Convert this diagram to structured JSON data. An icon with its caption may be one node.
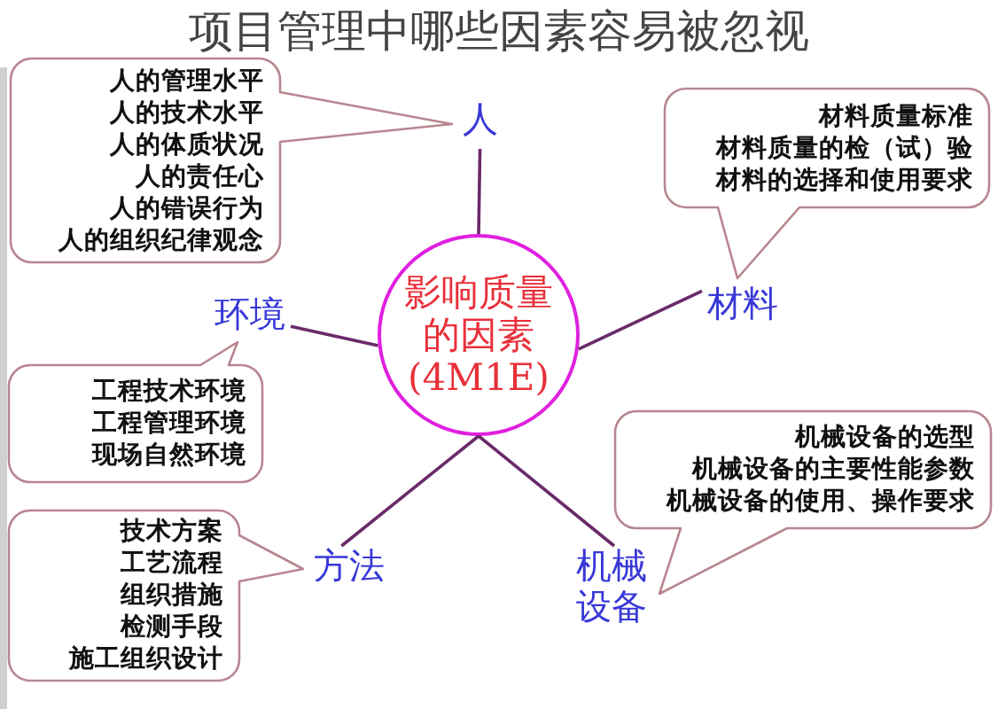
{
  "diagram": {
    "title": "项目管理中哪些因素容易被忽视",
    "nodes": [
      {
        "text": [
          "人的管理水平",
          "人的技术水平",
          "人的体质状况",
          "人的责任心",
          "人的错误行为",
          "人的组织纪律观念"
        ]
      },
      {
        "text": [
          "人"
        ]
      },
      {
        "text": [
          "材料质量标准",
          "材料质量的检（试）验",
          "材料的选择和使用要求"
        ]
      },
      {
        "text": [
          "影响质量的因素(4M1E)"
        ]
      },
      {
        "text": [
          "材料"
        ]
      },
      {
        "text": [
          "环境"
        ]
      },
      {
        "text": [
          "工程技术环境",
          "工程管理环境",
          "现场自然环境"
        ]
      },
      {
        "text": [
          "机械设备的选型",
          "机械设备的主要性能参数",
          "机械设备的使用、操作要求"
        ]
      },
      {
        "text": [
          "技术方案",
          "工艺流程",
          "组织措施",
          "检测手段",
          "施工组织设计"
        ]
      },
      {
        "text": [
          "方法"
        ]
      },
      {
        "text": [
          "机械设备"
        ]
      }
    ],
    "edges": [
      {
        "from": 3,
        "to": 1,
        "arrow": "none"
      },
      {
        "from": 3,
        "to": 4,
        "arrow": "none"
      },
      {
        "from": 3,
        "to": 5,
        "arrow": "none"
      },
      {
        "from": 3,
        "to": 9,
        "arrow": "none"
      },
      {
        "from": 3,
        "to": 10,
        "arrow": "none"
      }
    ]
  }
}
